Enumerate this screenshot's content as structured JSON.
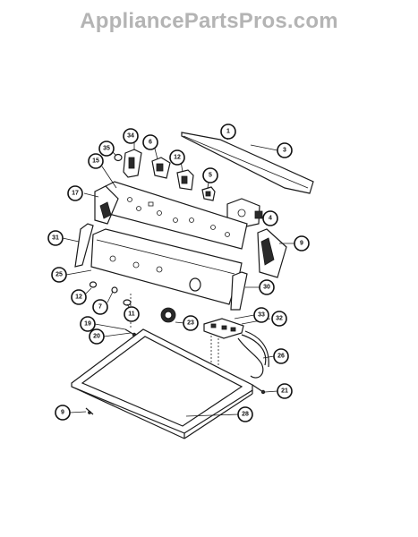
{
  "watermark": "AppliancePartsPros.com",
  "callouts": [
    "1",
    "3",
    "34",
    "35",
    "6",
    "5",
    "15",
    "12",
    "17",
    "4",
    "31",
    "9",
    "25",
    "30",
    "12",
    "7",
    "11",
    "23",
    "33",
    "32",
    "19",
    "20",
    "26",
    "21",
    "9",
    "28"
  ]
}
